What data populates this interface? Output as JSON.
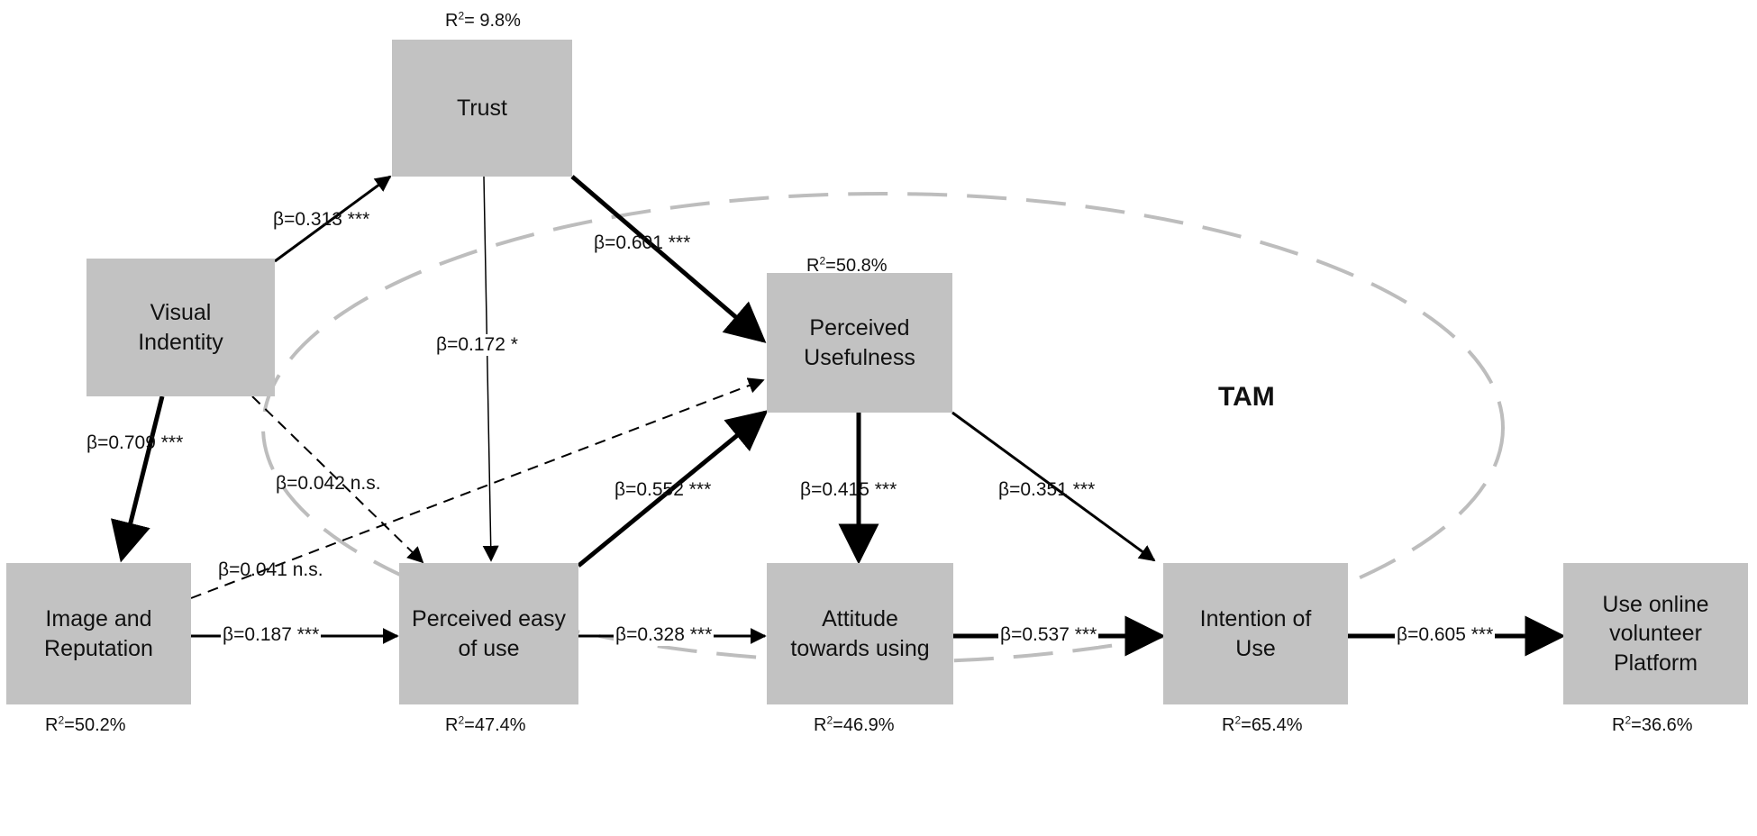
{
  "nodes": {
    "trust": "Trust",
    "visual_identity": "Visual\nIndentity",
    "image_reputation": "Image and\nReputation",
    "perceived_ease": "Perceived easy\nof use",
    "perceived_usefulness": "Perceived\nUsefulness",
    "attitude": "Attitude\ntowards using",
    "intention": "Intention of\nUse",
    "use_platform": "Use online\nvolunteer\nPlatform"
  },
  "r2": {
    "prefix": "R",
    "sup": "2",
    "trust": "= 9.8%",
    "perceived_usefulness": "=50.8%",
    "image_reputation": "=50.2%",
    "perceived_ease": "=47.4%",
    "attitude": "=46.9%",
    "intention": "=65.4%",
    "use_platform": "=36.6%"
  },
  "paths": {
    "vi_trust": "β=0.313 ***",
    "trust_pu": "β=0.601 ***",
    "trust_peou": "β=0.172 *",
    "vi_ir": "β=0.709 ***",
    "vi_peou": "β=0.042 n.s.",
    "ir_pu": "β=0.041 n.s.",
    "ir_peou": "β=0.187 ***",
    "peou_pu": "β=0.552 ***",
    "pu_att": "β=0.415 ***",
    "pu_int": "β=0.351 ***",
    "peou_att": "β=0.328 ***",
    "att_int": "β=0.537 ***",
    "int_use": "β=0.605 ***"
  },
  "tam_label": "TAM",
  "colors": {
    "node_fill": "#c2c2c2",
    "ellipse_stroke": "#bdbdbd",
    "arrow": "#000000"
  }
}
